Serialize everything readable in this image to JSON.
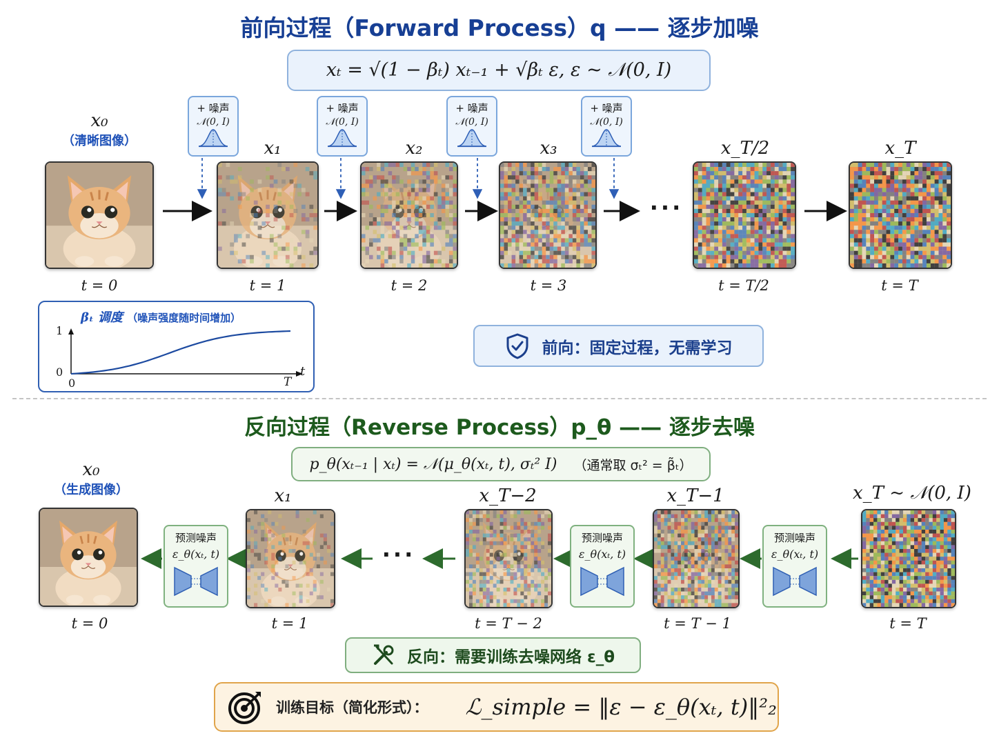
{
  "forward": {
    "title": "前向过程（Forward Process）q —— 逐步加噪",
    "formula": "xₜ = √(1 − βₜ) xₜ₋₁ + √βₜ ε,    ε ~ 𝒩(0, I)",
    "x0_label": "x₀",
    "x0_caption": "（清晰图像）",
    "noise_label": "+ 噪声",
    "noise_dist": "𝒩(0, I)",
    "steps": [
      {
        "var": "x₀",
        "t": "t = 0"
      },
      {
        "var": "x₁",
        "t": "t = 1"
      },
      {
        "var": "x₂",
        "t": "t = 2"
      },
      {
        "var": "x₃",
        "t": "t = 3"
      },
      {
        "var": "x_T/2",
        "t": "t = T/2"
      },
      {
        "var": "x_T",
        "t": "t = T"
      }
    ],
    "ellipsis": "···",
    "beta_title": "βₜ 调度",
    "beta_note": "（噪声强度随时间增加）",
    "beta_axis": {
      "y_top": "1",
      "y_bottom": "0",
      "x_start": "0",
      "x_end": "T",
      "x_var": "t"
    },
    "badge": "前向：固定过程，无需学习"
  },
  "reverse": {
    "title": "反向过程（Reverse Process）p_θ —— 逐步去噪",
    "formula": "p_θ(xₜ₋₁ | xₜ) = 𝒩(μ_θ(xₜ, t), σₜ² I)",
    "formula_note": "（通常取 σₜ² = β̃ₜ）",
    "x0_label": "x₀",
    "x0_caption": "（生成图像）",
    "pred_label": "预测噪声",
    "pred_fn": "ε_θ(xₜ, t)",
    "steps": [
      {
        "var": "x₀",
        "t": "t = 0"
      },
      {
        "var": "x₁",
        "t": "t = 1"
      },
      {
        "var": "x_T−2",
        "t": "t = T − 2"
      },
      {
        "var": "x_T−1",
        "t": "t = T − 1"
      },
      {
        "var": "x_T ~ 𝒩(0, I)",
        "t": "t = T"
      }
    ],
    "ellipsis": "···",
    "badge": "反向：需要训练去噪网络 ε_θ",
    "objective_label": "训练目标（简化形式）：",
    "objective_formula": "ℒ_simple = ‖ε − ε_θ(xₜ, t)‖²₂"
  },
  "colors": {
    "forward_accent": "#173f94",
    "reverse_accent": "#1d5a1d",
    "objective_accent": "#e0a44a"
  },
  "icons": [
    "gaussian-bell-icon",
    "shield-check-icon",
    "tools-icon",
    "target-icon",
    "unet-icon"
  ],
  "noise_levels": [
    0,
    0.2,
    0.45,
    0.65,
    0.92,
    1.0
  ]
}
